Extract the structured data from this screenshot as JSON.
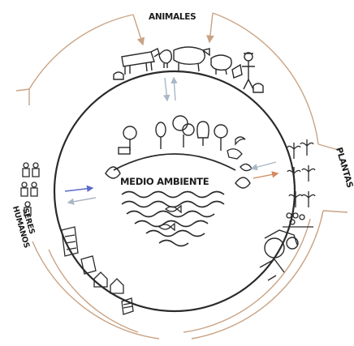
{
  "labels": {
    "animales": "ANIMALES",
    "plantas": "PLANTAS",
    "seres_humanos_line1": "SERES",
    "seres_humanos_line2": "HUMANOS",
    "medio_ambiente": "MEDIO AMBIENTE"
  },
  "colors": {
    "ink": "#2a2a2a",
    "outer_ring": "#c9a383",
    "arrow_orange": "#d38a5c",
    "arrow_blue": "#5b6ac9",
    "arrow_grey": "#a9b7c6"
  },
  "icons": [
    "cow-icon",
    "sheep-icon",
    "chicken-icon",
    "goat-icon",
    "pig-icon",
    "cat-icon",
    "farmer-icon",
    "tree-icon",
    "bird-icon",
    "leaf-icon",
    "fish-icon",
    "water-waves-icon",
    "plant-sprout-icon",
    "flower-icon",
    "tractor-icon",
    "people-icon",
    "building-icon",
    "house-icon",
    "factory-icon"
  ]
}
